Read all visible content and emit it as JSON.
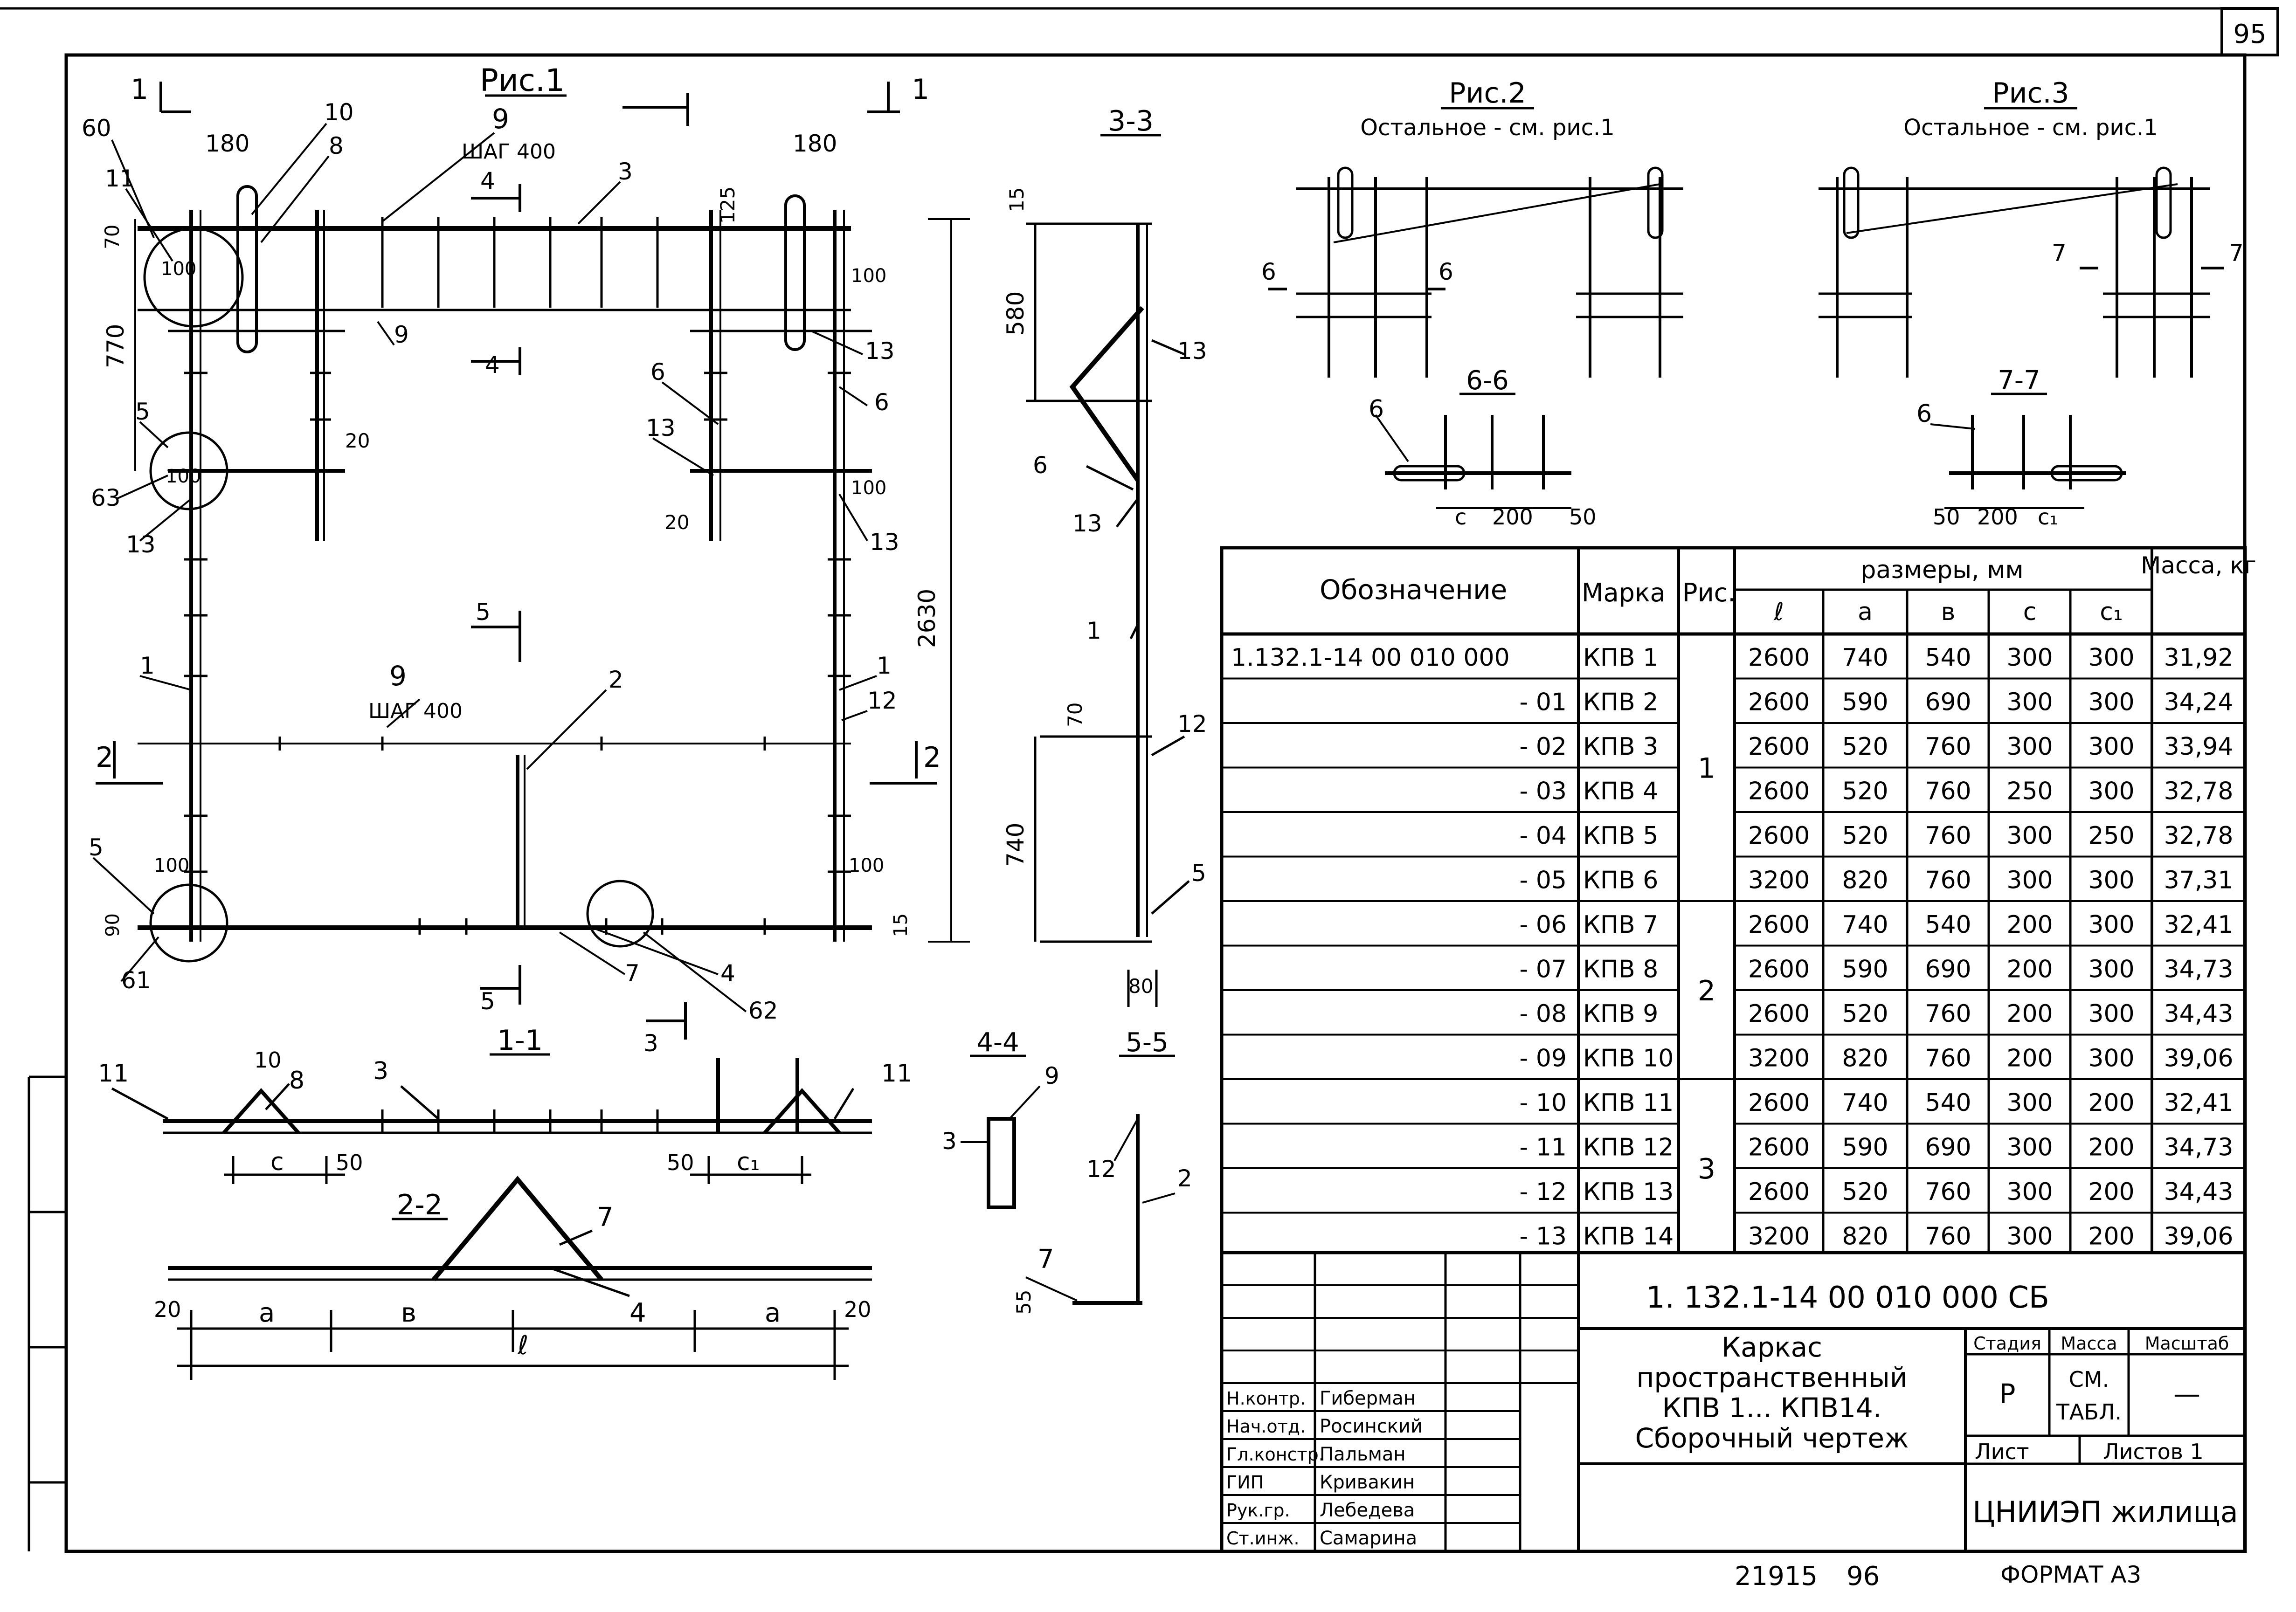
{
  "page_number": "95",
  "bottom": {
    "inventory": "21915",
    "page": "96",
    "format": "ФОРМАТ А3"
  },
  "fig1": {
    "title": "Рис.1",
    "labels": {
      "n60": "60",
      "n11": "11",
      "n180a": "180",
      "n10": "10",
      "n8": "8",
      "n9a": "9",
      "step1": "ШАГ 400",
      "n3top": "3",
      "n125": "125",
      "n180b": "180",
      "n70": "70",
      "n100a": "100",
      "n770": "770",
      "n4a": "4",
      "n9b": "9",
      "n13a": "13",
      "n6a": "6",
      "n6b": "6",
      "n100b": "100",
      "n5a": "5",
      "n100c": "100",
      "n20a": "20",
      "n63": "63",
      "n13b": "13",
      "n13c": "13",
      "n20b": "20",
      "n13d": "13",
      "n100d": "100",
      "n2630": "2630",
      "n5b": "5",
      "n1a": "1",
      "n9c": "9",
      "step2": "ШАГ 400",
      "n2": "2",
      "n1b": "1",
      "n12": "12",
      "n5c": "5",
      "n100e": "100",
      "n100f": "100",
      "n90": "90",
      "n15": "15",
      "n61": "61",
      "n5d": "5",
      "n7": "7",
      "n4b": "4",
      "n62": "62",
      "n3b": "3"
    },
    "cuts": {
      "c1l": "1",
      "c1r": "1",
      "c3": "3",
      "c2l": "2",
      "c2r": "2"
    }
  },
  "sec11": {
    "title": "1-1",
    "n11a": "11",
    "n10": "10",
    "n8": "8",
    "n3": "3",
    "n11b": "11",
    "c": "с",
    "d50a": "50",
    "d50b": "50",
    "c1": "с₁"
  },
  "sec22": {
    "title": "2-2",
    "n7": "7",
    "n4": "4",
    "d20a": "20",
    "a1": "а",
    "b": "в",
    "l": "ℓ",
    "a2": "а",
    "d20b": "20"
  },
  "sec33": {
    "title": "3-3",
    "d15": "15",
    "d580": "580",
    "n13a": "13",
    "n6": "6",
    "n13b": "13",
    "n1": "1",
    "d70": "70",
    "n12": "12",
    "d740": "740",
    "n5": "5",
    "d80": "80"
  },
  "sec44": {
    "title": "4-4",
    "n9": "9",
    "n3": "3"
  },
  "sec55": {
    "title": "5-5",
    "n12": "12",
    "n2": "2",
    "n7": "7",
    "d55": "55"
  },
  "fig2": {
    "title": "Рис.2",
    "subtitle": "Остальное - см. рис.1",
    "cut_l": "6",
    "cut_r": "6"
  },
  "fig3": {
    "title": "Рис.3",
    "subtitle": "Остальное - см. рис.1",
    "cut_l": "7",
    "cut_r": "7"
  },
  "sec66": {
    "title": "6-6",
    "n6": "6",
    "c": "с",
    "d200": "200",
    "d50": "50"
  },
  "sec77": {
    "title": "7-7",
    "n6": "6",
    "d50": "50",
    "d200": "200",
    "c1": "с₁"
  },
  "table": {
    "header_designation": "Обозначение",
    "header_mark": "Марка",
    "header_fig": "Рис.",
    "header_sizes": "размеры, мм",
    "header_mass": "Масса, кг",
    "sub_headers": [
      "ℓ",
      "а",
      "в",
      "с",
      "с₁"
    ],
    "rows": [
      {
        "designation": "1.132.1-14 00 010 000",
        "mark": "КПВ 1",
        "l": "2600",
        "a": "740",
        "b": "540",
        "c": "300",
        "c1": "300",
        "mass": "31,92"
      },
      {
        "designation": "- 01",
        "mark": "КПВ 2",
        "l": "2600",
        "a": "590",
        "b": "690",
        "c": "300",
        "c1": "300",
        "mass": "34,24"
      },
      {
        "designation": "- 02",
        "mark": "КПВ 3",
        "l": "2600",
        "a": "520",
        "b": "760",
        "c": "300",
        "c1": "300",
        "mass": "33,94"
      },
      {
        "designation": "- 03",
        "mark": "КПВ 4",
        "l": "2600",
        "a": "520",
        "b": "760",
        "c": "250",
        "c1": "300",
        "mass": "32,78"
      },
      {
        "designation": "- 04",
        "mark": "КПВ 5",
        "l": "2600",
        "a": "520",
        "b": "760",
        "c": "300",
        "c1": "250",
        "mass": "32,78"
      },
      {
        "designation": "- 05",
        "mark": "КПВ 6",
        "l": "3200",
        "a": "820",
        "b": "760",
        "c": "300",
        "c1": "300",
        "mass": "37,31"
      },
      {
        "designation": "- 06",
        "mark": "КПВ 7",
        "l": "2600",
        "a": "740",
        "b": "540",
        "c": "200",
        "c1": "300",
        "mass": "32,41"
      },
      {
        "designation": "- 07",
        "mark": "КПВ 8",
        "l": "2600",
        "a": "590",
        "b": "690",
        "c": "200",
        "c1": "300",
        "mass": "34,73"
      },
      {
        "designation": "- 08",
        "mark": "КПВ 9",
        "l": "2600",
        "a": "520",
        "b": "760",
        "c": "200",
        "c1": "300",
        "mass": "34,43"
      },
      {
        "designation": "- 09",
        "mark": "КПВ 10",
        "l": "3200",
        "a": "820",
        "b": "760",
        "c": "200",
        "c1": "300",
        "mass": "39,06"
      },
      {
        "designation": "- 10",
        "mark": "КПВ 11",
        "l": "2600",
        "a": "740",
        "b": "540",
        "c": "300",
        "c1": "200",
        "mass": "32,41"
      },
      {
        "designation": "- 11",
        "mark": "КПВ 12",
        "l": "2600",
        "a": "590",
        "b": "690",
        "c": "300",
        "c1": "200",
        "mass": "34,73"
      },
      {
        "designation": "- 12",
        "mark": "КПВ 13",
        "l": "2600",
        "a": "520",
        "b": "760",
        "c": "300",
        "c1": "200",
        "mass": "34,43"
      },
      {
        "designation": "- 13",
        "mark": "КПВ 14",
        "l": "3200",
        "a": "820",
        "b": "760",
        "c": "300",
        "c1": "200",
        "mass": "39,06"
      }
    ],
    "fig_groups": [
      "1",
      "2",
      "3"
    ]
  },
  "title_block": {
    "doc_code": "1. 132.1-14 00 010 000 СБ",
    "title_lines": [
      "Каркас",
      "пространственный",
      "КПВ 1... КПВ14.",
      "Сборочный чертеж"
    ],
    "stage_label": "Стадия",
    "mass_label": "Масса",
    "scale_label": "Масштаб",
    "stage": "Р",
    "mass_value_1": "СМ.",
    "mass_value_2": "ТАБЛ.",
    "scale": "—",
    "sheet_label": "Лист",
    "sheets_label": "Листов 1",
    "org": "ЦНИИЭП жилища",
    "roles": [
      {
        "role": "Н.контр.",
        "name": "Гиберман"
      },
      {
        "role": "Нач.отд.",
        "name": "Росинский"
      },
      {
        "role": "Гл.констр.",
        "name": "Пальман"
      },
      {
        "role": "ГИП",
        "name": "Кривакин"
      },
      {
        "role": "Рук.гр.",
        "name": "Лебедева"
      },
      {
        "role": "Ст.инж.",
        "name": "Самарина"
      }
    ]
  }
}
